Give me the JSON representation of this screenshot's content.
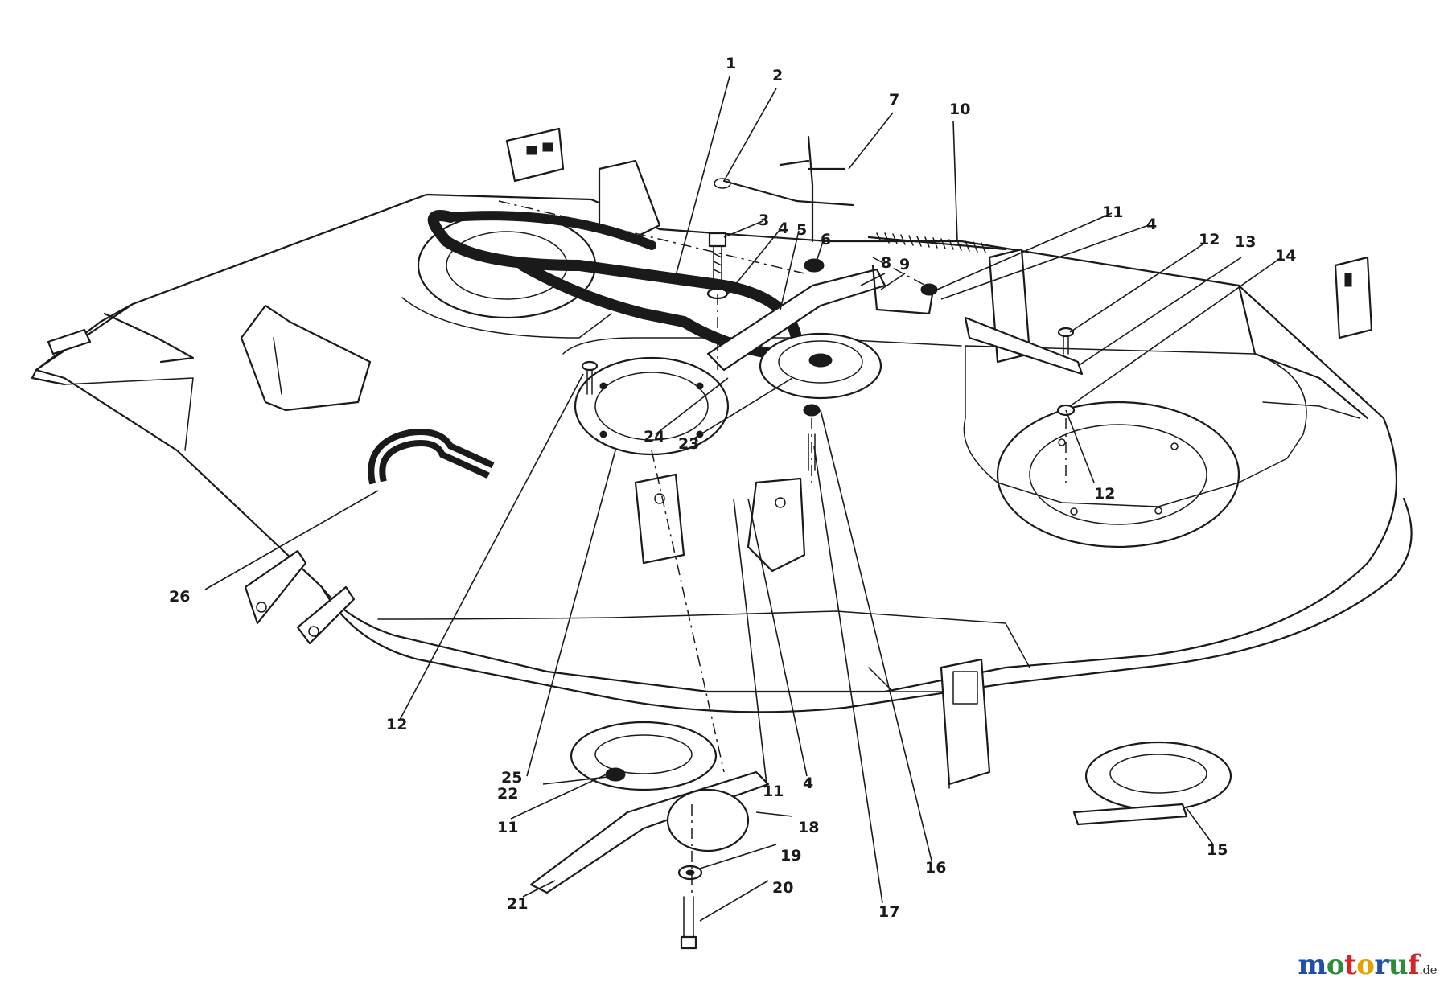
{
  "diagram": {
    "callouts": [
      {
        "id": "c1",
        "label": "1"
      },
      {
        "id": "c2",
        "label": "2"
      },
      {
        "id": "c7",
        "label": "7"
      },
      {
        "id": "c10",
        "label": "10"
      },
      {
        "id": "c3",
        "label": "3"
      },
      {
        "id": "c4a",
        "label": "4"
      },
      {
        "id": "c5",
        "label": "5"
      },
      {
        "id": "c6",
        "label": "6"
      },
      {
        "id": "c8",
        "label": "8"
      },
      {
        "id": "c9",
        "label": "9"
      },
      {
        "id": "c11a",
        "label": "11"
      },
      {
        "id": "c4b",
        "label": "4"
      },
      {
        "id": "c12a",
        "label": "12"
      },
      {
        "id": "c13",
        "label": "13"
      },
      {
        "id": "c14",
        "label": "14"
      },
      {
        "id": "c12b",
        "label": "12"
      },
      {
        "id": "c24",
        "label": "24"
      },
      {
        "id": "c23",
        "label": "23"
      },
      {
        "id": "c26",
        "label": "26"
      },
      {
        "id": "c12c",
        "label": "12"
      },
      {
        "id": "c25",
        "label": "25"
      },
      {
        "id": "c22",
        "label": "22"
      },
      {
        "id": "c11b",
        "label": "11"
      },
      {
        "id": "c11c",
        "label": "11"
      },
      {
        "id": "c4c",
        "label": "4"
      },
      {
        "id": "c18",
        "label": "18"
      },
      {
        "id": "c19",
        "label": "19"
      },
      {
        "id": "c20",
        "label": "20"
      },
      {
        "id": "c21",
        "label": "21"
      },
      {
        "id": "c17",
        "label": "17"
      },
      {
        "id": "c16",
        "label": "16"
      },
      {
        "id": "c15",
        "label": "15"
      }
    ]
  },
  "watermark": {
    "letters": [
      "m",
      "o",
      "t",
      "o",
      "r",
      "u",
      "f"
    ],
    "colors": [
      "#1f4fa8",
      "#2e8b3a",
      "#d02828",
      "#e0a400",
      "#1f4fa8",
      "#2e8b3a",
      "#d02828"
    ],
    "suffix": ".de"
  }
}
